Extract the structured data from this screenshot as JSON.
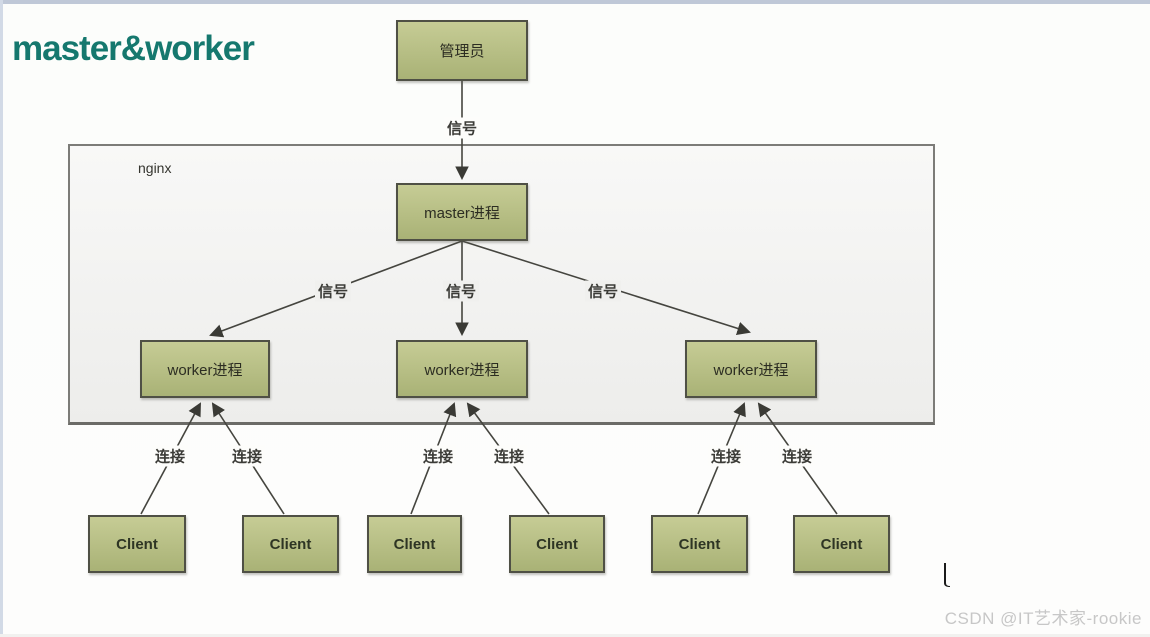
{
  "title": "master&worker",
  "watermark": "CSDN @IT艺术家-rookie",
  "colors": {
    "title_color": "#15786e",
    "node_fill_top": "#c6cc95",
    "node_fill_bottom": "#a9b276",
    "node_border": "#4f5045",
    "container_border": "#7c7c78",
    "line_color": "#45453f",
    "accent_strip": "#bfc8d7"
  },
  "diagram": {
    "container_label": "nginx",
    "admin_label": "管理员",
    "master_label": "master进程",
    "workers": [
      "worker进程",
      "worker进程",
      "worker进程"
    ],
    "clients": [
      "Client",
      "Client",
      "Client",
      "Client",
      "Client",
      "Client"
    ],
    "signal_top": "信号",
    "signals": [
      "信号",
      "信号",
      "信号"
    ],
    "connections": [
      "连接",
      "连接",
      "连接",
      "连接",
      "连接",
      "连接"
    ]
  }
}
